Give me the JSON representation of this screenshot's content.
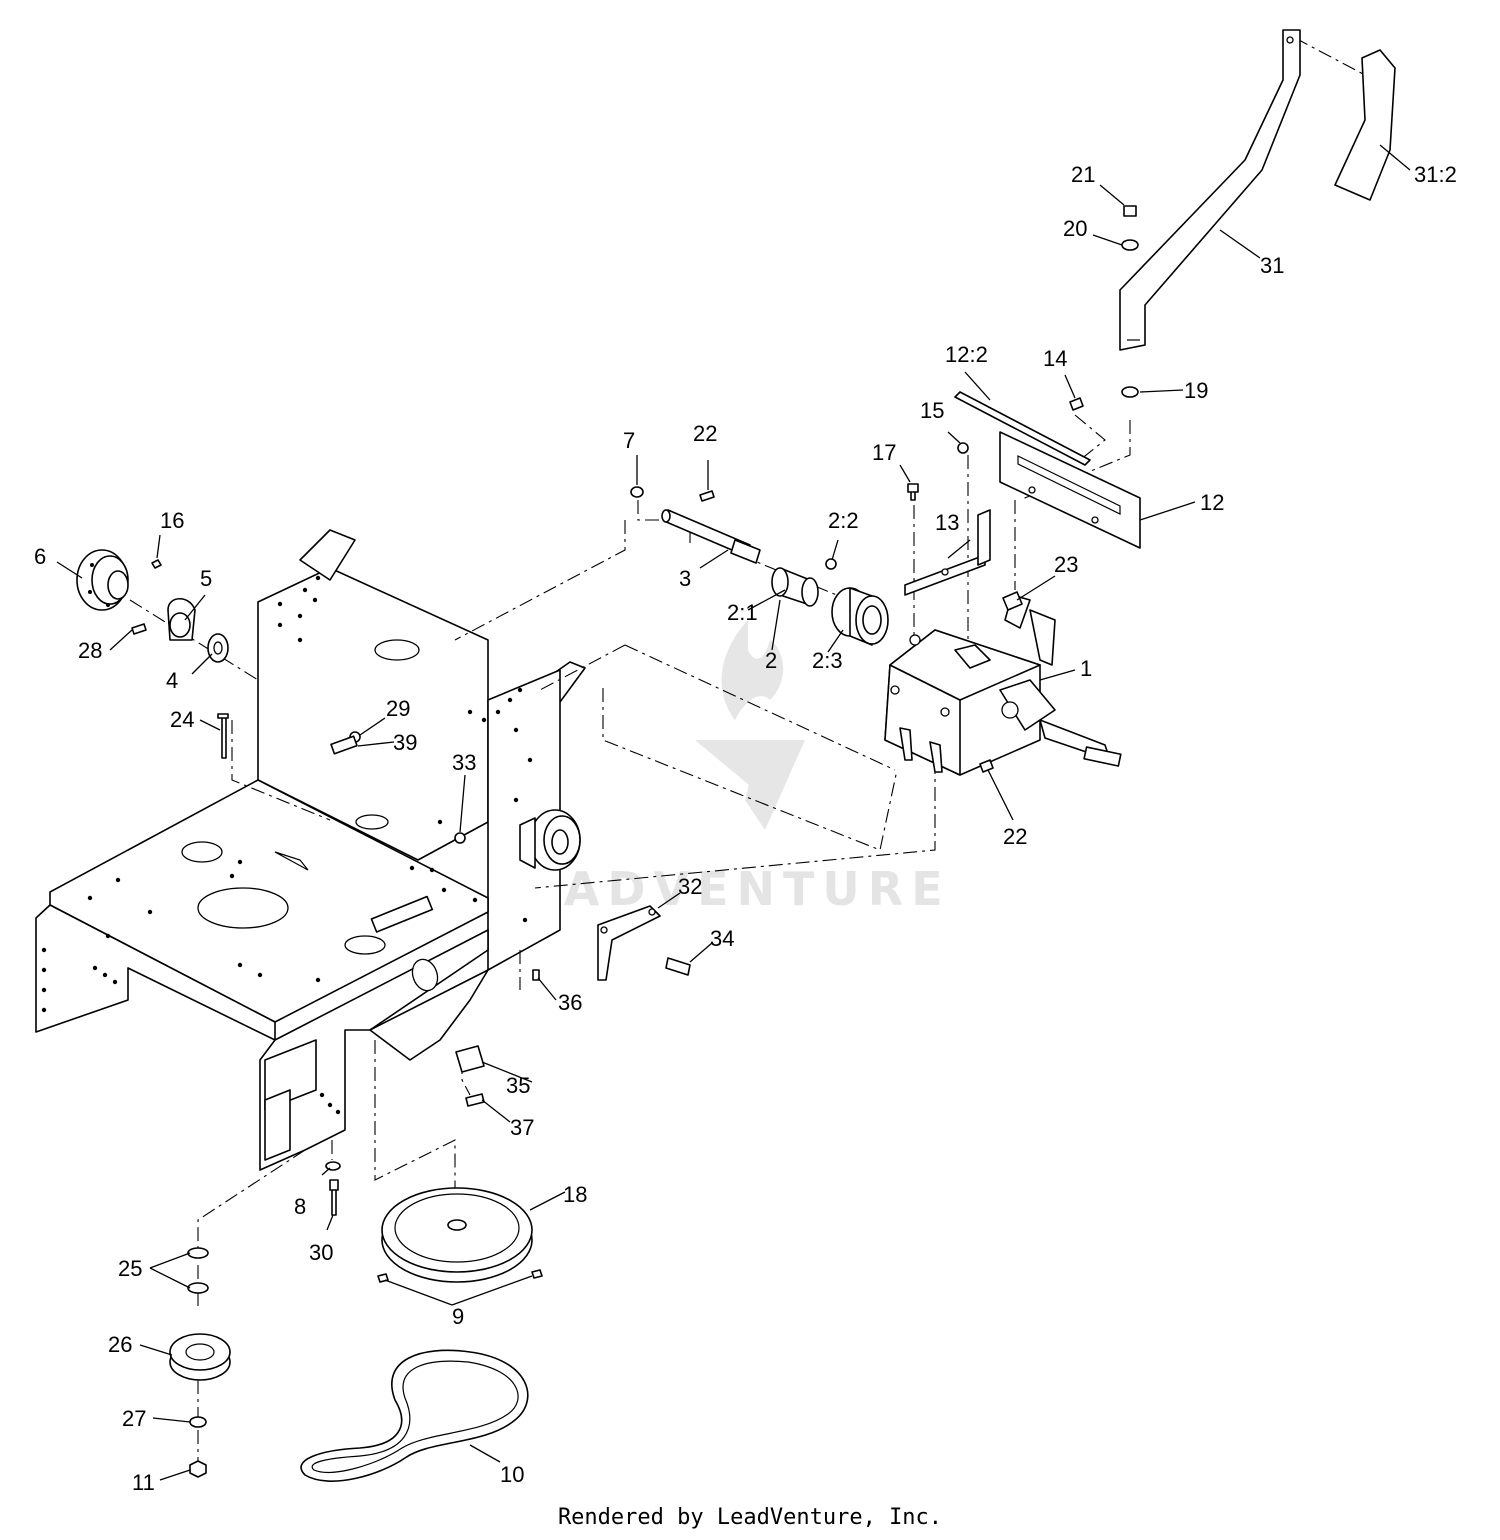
{
  "watermark": {
    "text": "LEADVENTURE"
  },
  "footer": {
    "text": "Rendered by LeadVenture, Inc."
  },
  "callouts": [
    {
      "id": "1",
      "label": "1"
    },
    {
      "id": "2",
      "label": "2"
    },
    {
      "id": "2:1",
      "label": "2:1"
    },
    {
      "id": "2:2",
      "label": "2:2"
    },
    {
      "id": "2:3",
      "label": "2:3"
    },
    {
      "id": "3",
      "label": "3"
    },
    {
      "id": "4",
      "label": "4"
    },
    {
      "id": "5",
      "label": "5"
    },
    {
      "id": "6",
      "label": "6"
    },
    {
      "id": "7",
      "label": "7"
    },
    {
      "id": "8",
      "label": "8"
    },
    {
      "id": "9",
      "label": "9"
    },
    {
      "id": "10",
      "label": "10"
    },
    {
      "id": "11",
      "label": "11"
    },
    {
      "id": "12",
      "label": "12"
    },
    {
      "id": "12:2",
      "label": "12:2"
    },
    {
      "id": "13",
      "label": "13"
    },
    {
      "id": "14",
      "label": "14"
    },
    {
      "id": "15",
      "label": "15"
    },
    {
      "id": "16",
      "label": "16"
    },
    {
      "id": "17",
      "label": "17"
    },
    {
      "id": "18",
      "label": "18"
    },
    {
      "id": "19",
      "label": "19"
    },
    {
      "id": "20",
      "label": "20"
    },
    {
      "id": "21",
      "label": "21"
    },
    {
      "id": "22a",
      "label": "22"
    },
    {
      "id": "22b",
      "label": "22"
    },
    {
      "id": "23",
      "label": "23"
    },
    {
      "id": "24",
      "label": "24"
    },
    {
      "id": "25",
      "label": "25"
    },
    {
      "id": "26",
      "label": "26"
    },
    {
      "id": "27",
      "label": "27"
    },
    {
      "id": "28",
      "label": "28"
    },
    {
      "id": "29",
      "label": "29"
    },
    {
      "id": "30",
      "label": "30"
    },
    {
      "id": "31",
      "label": "31"
    },
    {
      "id": "31:2",
      "label": "31:2"
    },
    {
      "id": "32",
      "label": "32"
    },
    {
      "id": "33",
      "label": "33"
    },
    {
      "id": "34",
      "label": "34"
    },
    {
      "id": "35",
      "label": "35"
    },
    {
      "id": "36",
      "label": "36"
    },
    {
      "id": "37",
      "label": "37"
    },
    {
      "id": "39",
      "label": "39"
    }
  ]
}
